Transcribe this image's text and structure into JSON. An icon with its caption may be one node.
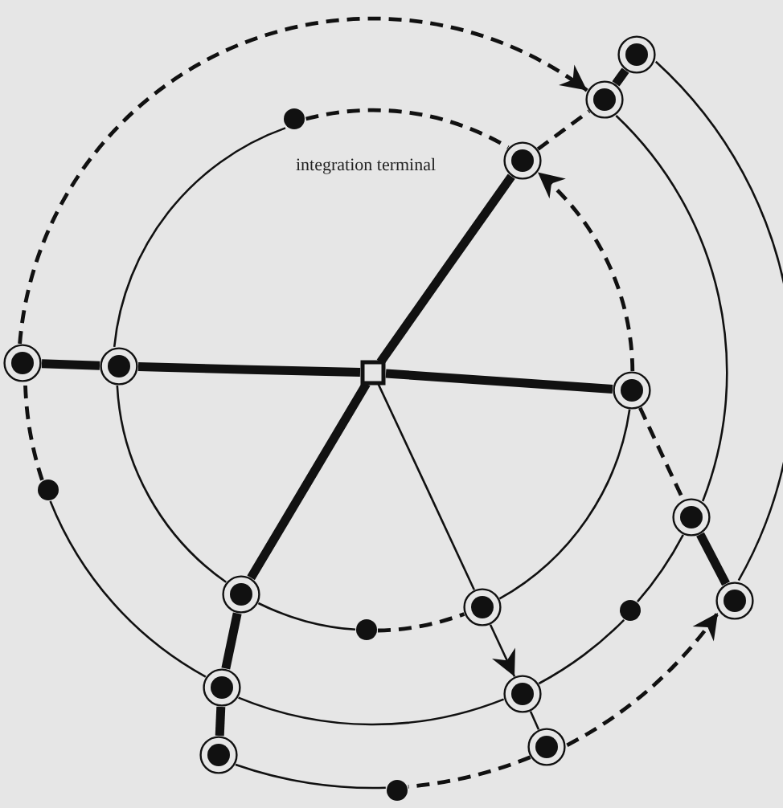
{
  "diagram": {
    "nodes": [
      {
        "text": [],
        "shape": "ring"
      },
      {
        "text": [],
        "shape": "ring"
      },
      {
        "text": [],
        "shape": "circle"
      },
      {
        "text": [],
        "shape": "ring"
      },
      {
        "text": [],
        "shape": "ring"
      },
      {
        "text": [],
        "shape": "ring"
      },
      {
        "text": [],
        "shape": "box"
      },
      {
        "text": [],
        "shape": "ring"
      },
      {
        "text": [],
        "shape": "circle"
      },
      {
        "text": [],
        "shape": "ring"
      },
      {
        "text": [],
        "shape": "ring"
      },
      {
        "text": [],
        "shape": "ring"
      },
      {
        "text": [],
        "shape": "ring"
      },
      {
        "text": [],
        "shape": "circle"
      },
      {
        "text": [],
        "shape": "circle"
      },
      {
        "text": [],
        "shape": "ring"
      },
      {
        "text": [],
        "shape": "ring"
      },
      {
        "text": [],
        "shape": "ring"
      },
      {
        "text": [],
        "shape": "ring"
      },
      {
        "text": [],
        "shape": "circle"
      }
    ],
    "edges": [
      {
        "from": 6,
        "to": 3,
        "arrow": "none",
        "style": "thick"
      },
      {
        "from": 3,
        "to": 1,
        "arrow": "none",
        "style": "dashed"
      },
      {
        "from": 1,
        "to": 0,
        "arrow": "none",
        "style": "thick"
      },
      {
        "from": 6,
        "to": 5,
        "arrow": "none",
        "style": "thick"
      },
      {
        "from": 5,
        "to": 4,
        "arrow": "none",
        "style": "thick"
      },
      {
        "from": 6,
        "to": 7,
        "arrow": "none",
        "style": "thick"
      },
      {
        "from": 6,
        "to": 10,
        "arrow": "none",
        "style": "thick"
      },
      {
        "from": 10,
        "to": 15,
        "arrow": "none",
        "style": "thick"
      },
      {
        "from": 15,
        "to": 18,
        "arrow": "none",
        "style": "thick"
      },
      {
        "from": 6,
        "to": 12,
        "arrow": "none"
      },
      {
        "from": 12,
        "to": 16,
        "arrow": "to"
      },
      {
        "from": 16,
        "to": 17,
        "arrow": "none"
      },
      {
        "from": 2,
        "to": 3,
        "arrow": "none",
        "style": "dashed"
      },
      {
        "from": 7,
        "to": 3,
        "arrow": "to",
        "style": "dashed"
      },
      {
        "from": 7,
        "to": 9,
        "arrow": "none",
        "style": "dashed"
      },
      {
        "from": 5,
        "to": 2,
        "arrow": "none"
      },
      {
        "from": 5,
        "to": 10,
        "arrow": "none"
      },
      {
        "from": 10,
        "to": 14,
        "arrow": "none"
      },
      {
        "from": 14,
        "to": 12,
        "arrow": "none",
        "style": "dashed"
      },
      {
        "from": 12,
        "to": 7,
        "arrow": "none"
      },
      {
        "from": 4,
        "to": 1,
        "arrow": "to",
        "style": "dashed"
      },
      {
        "from": 1,
        "to": 9,
        "arrow": "none"
      },
      {
        "from": 9,
        "to": 13,
        "arrow": "none"
      },
      {
        "from": 13,
        "to": 16,
        "arrow": "none"
      },
      {
        "from": 16,
        "to": 15,
        "arrow": "none"
      },
      {
        "from": 15,
        "to": 8,
        "arrow": "none"
      },
      {
        "from": 8,
        "to": 4,
        "arrow": "none",
        "style": "dashed"
      },
      {
        "from": 0,
        "to": 11,
        "arrow": "none"
      },
      {
        "from": 9,
        "to": 11,
        "arrow": "none",
        "style": "thick"
      },
      {
        "from": 17,
        "to": 11,
        "arrow": "to",
        "style": "dashed"
      },
      {
        "from": 17,
        "to": 19,
        "arrow": "none",
        "style": "dashed"
      },
      {
        "from": 19,
        "to": 18,
        "arrow": "none"
      }
    ],
    "labels": [
      "integration terminal"
    ]
  }
}
